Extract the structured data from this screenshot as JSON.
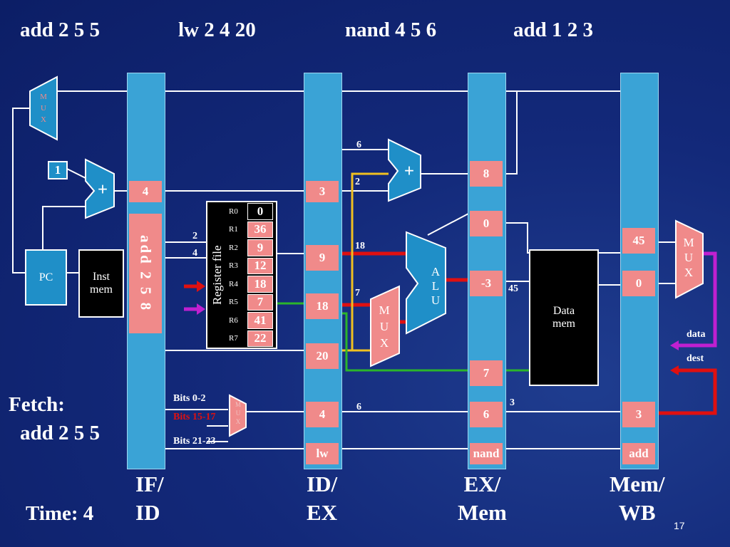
{
  "instructions": [
    "add 2 5 5",
    "lw 2 4 20",
    "nand 4 5 6",
    "add 1 2 3"
  ],
  "fetch": {
    "line1": "Fetch:",
    "line2": "add 2 5 5"
  },
  "time": "Time: 4",
  "page_number": "17",
  "stages": {
    "ifid": {
      "l1": "IF/",
      "l2": "ID",
      "pc_plus": "4",
      "instr": "add 2 5 8"
    },
    "idex": {
      "l1": "ID/",
      "l2": "EX",
      "v1": "3",
      "v2": "9",
      "v3": "18",
      "v4": "20",
      "v5": "4",
      "op": "lw"
    },
    "exmem": {
      "l1": "EX/",
      "l2": "Mem",
      "v1": "8",
      "v2": "0",
      "v3": "-3",
      "v4": "7",
      "v5": "6",
      "op": "nand"
    },
    "memwb": {
      "l1": "Mem/",
      "l2": "WB",
      "v1": "45",
      "v2": "0",
      "v3": "3",
      "op": "add"
    }
  },
  "components": {
    "pc": "PC",
    "inst_mem": [
      "Inst",
      "mem"
    ],
    "data_mem": [
      "Data",
      "mem"
    ],
    "register_file": "Register file",
    "alu": [
      "A",
      "L",
      "U"
    ],
    "mux": [
      "M",
      "U",
      "X"
    ],
    "plus": "+",
    "const_one": "1"
  },
  "registers": {
    "names": [
      "R0",
      "R1",
      "R2",
      "R3",
      "R4",
      "R5",
      "R6",
      "R7"
    ],
    "values": [
      "0",
      "36",
      "9",
      "12",
      "18",
      "7",
      "41",
      "22"
    ]
  },
  "wire_labels": {
    "w2": "2",
    "w4": "4",
    "w6top": "6",
    "w2b": "2",
    "w18": "18",
    "w7": "7",
    "w45": "45",
    "w6mid": "6",
    "w3": "3",
    "data": "data",
    "dest": "dest"
  },
  "bits": {
    "b1": "Bits 0-2",
    "b2": "Bits 15-17",
    "b3": "Bits 21-23"
  },
  "colors": {
    "pipeline_bar": "#3aa3d6",
    "pipeline_reg": "#f08a8a",
    "wire": "#ffffff",
    "wire_red": "#e01010",
    "wire_yellow": "#f0c020",
    "wire_green": "#2bb52b",
    "wire_purple": "#c020d0",
    "component": "#1f8fc8",
    "background": "#13297a"
  }
}
